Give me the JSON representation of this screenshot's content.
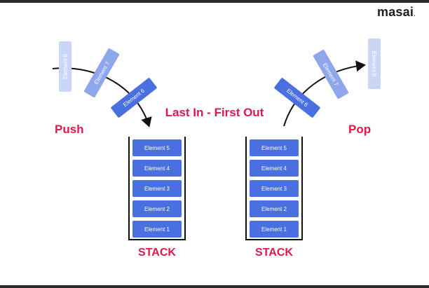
{
  "brand": {
    "logo_text": "masai",
    "logo_dot": "."
  },
  "diagram": {
    "title": "Last In - First Out",
    "push_label": "Push",
    "pop_label": "Pop",
    "stack_label": "STACK"
  },
  "stacks": [
    {
      "name": "left",
      "elements": [
        "Element 5",
        "Element 4",
        "Element 3",
        "Element 2",
        "Element 1"
      ]
    },
    {
      "name": "right",
      "elements": [
        "Element 5",
        "Element 4",
        "Element 3",
        "Element 2",
        "Element 1"
      ]
    }
  ],
  "push_elements": [
    "Element 8",
    "Element 7",
    "Element 6"
  ],
  "pop_elements": [
    "Element 6",
    "Element 7",
    "Element 8"
  ],
  "colors": {
    "element": "#4a6fe0",
    "element_light": "#8ea6ec",
    "element_faint": "#c9d6f6",
    "accent": "#e0174a"
  }
}
